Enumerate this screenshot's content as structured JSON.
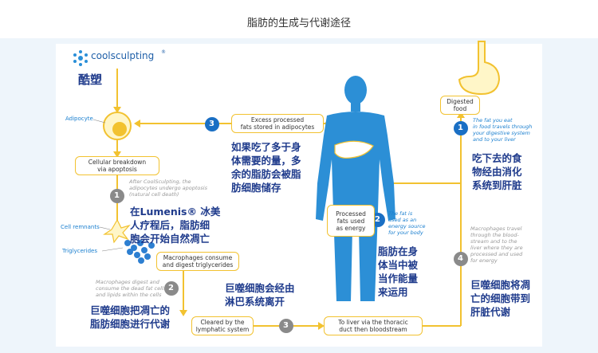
{
  "title": "脂肪的生成与代谢途径",
  "logo": {
    "text": "coolsculpting",
    "tm": "®",
    "subtitle": "酷塑"
  },
  "labels": {
    "adipocyte": "Adipocyte",
    "cell_remnants": "Cell remnants",
    "triglycerides": "Triglycerides"
  },
  "boxes": {
    "cellular_breakdown": "Cellular breakdown\nvia apoptosis",
    "macrophages_consume": "Macrophages consume\nand digest triglycerides",
    "cleared_lymphatic": "Cleared by the\nlymphatic system",
    "to_liver": "To liver via the thoracic\nduct then bloodstream",
    "excess_processed": "Excess processed\nfats stored in adipocytes",
    "processed_fats": "Processed\nfats used\nas energy",
    "digested_food": "Digested\nfood"
  },
  "steps": [
    "1",
    "2",
    "3",
    "4"
  ],
  "notes": {
    "after_coolsculpting": "After CoolSculpting, the\nadipocytes undergo apoptosis\n(natural cell death)",
    "macrophages_digest": "Macrophages digest and\nconsume the dead fat cells\nand lipids within the cells",
    "fat_used": "The fat is\nused as an\nenergy source\nfor your body",
    "fat_you_eat": "The fat you eat\nin food travels through\nyour digestive system\nand to your liver",
    "macrophages_travel": "Macrophages travel\nthrough the blood-\nstream and to the\nliver where they are\nprocessed and used\nfor energy"
  },
  "chinese": {
    "excess": "如果吃了多于身\n体需要的量，多\n余的脂肪会被脂\n肪细胞储存",
    "lumenis": "在Lumenis® 冰美\n人疗程后，脂肪细\n胞会开始自然凋亡",
    "macrophage_lymph": "巨噬细胞会经由\n淋巴系统离开",
    "macrophage_dead": "巨噬细胞把凋亡的\n脂肪细胞进行代谢",
    "energy": "脂肪在身\n体当中被\n当作能量\n来运用",
    "food": "吃下去的食\n物经由消化\n系统到肝脏",
    "liver": "巨噬细胞将凋\n亡的细胞带到\n肝脏代谢"
  }
}
